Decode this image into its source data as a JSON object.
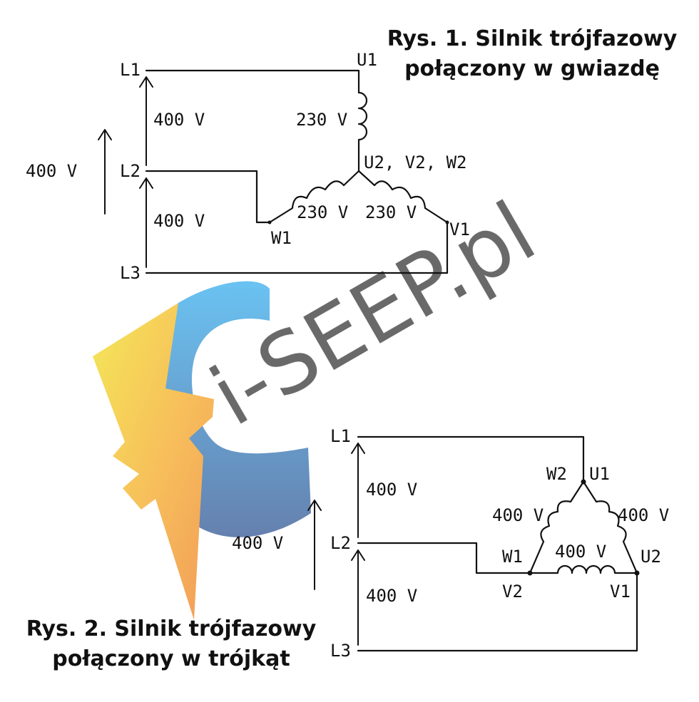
{
  "figure1": {
    "title_line1": "Rys. 1. Silnik trójfazowy",
    "title_line2": "połączony w gwiazdę",
    "lines": {
      "l1": "L1",
      "l2": "L2",
      "l3": "L3"
    },
    "voltage_l1_l2": "400 V",
    "voltage_l2_l3": "400 V",
    "voltage_l1_l3": "400 V",
    "coil_voltage_u": "230 V",
    "coil_voltage_w": "230 V",
    "coil_voltage_v": "230 V",
    "terminal_u1": "U1",
    "terminal_star": "U2, V2, W2",
    "terminal_w1": "W1",
    "terminal_v1": "V1"
  },
  "figure2": {
    "title_line1": "Rys. 2. Silnik trójfazowy",
    "title_line2": "połączony w trójkąt",
    "lines": {
      "l1": "L1",
      "l2": "L2",
      "l3": "L3"
    },
    "voltage_l1_l2": "400 V",
    "voltage_l2_l3": "400 V",
    "voltage_l1_l3": "400 V",
    "coil_voltage_left": "400 V",
    "coil_voltage_right": "400 V",
    "coil_voltage_bottom": "400 V",
    "terminal_w2": "W2",
    "terminal_u1": "U1",
    "terminal_w1": "W1",
    "terminal_u2": "U2",
    "terminal_v2": "V2",
    "terminal_v1": "V1"
  },
  "watermark": {
    "text": "i-SEEP.pl",
    "colors": {
      "yellow": "#f3e33a",
      "orange": "#f39a3c",
      "blue_light": "#4fb8f0",
      "blue_dark": "#4a6aa0"
    }
  }
}
